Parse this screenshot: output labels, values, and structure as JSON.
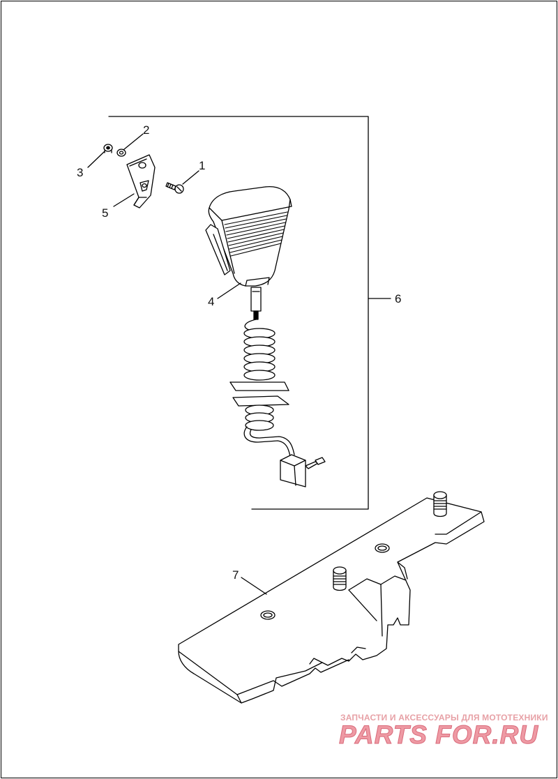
{
  "callouts": {
    "c1": "1",
    "c2": "2",
    "c3": "3",
    "c4": "4",
    "c5": "5",
    "c6": "6",
    "c7": "7"
  },
  "watermark": {
    "tagline": "ЗАПЧАСТИ И АКСЕССУАРЫ ДЛЯ МОТОТЕХНИКИ",
    "logo": "PARTS FOR.RU"
  },
  "colors": {
    "line": "#000000",
    "watermark": "#ee9aa4"
  }
}
